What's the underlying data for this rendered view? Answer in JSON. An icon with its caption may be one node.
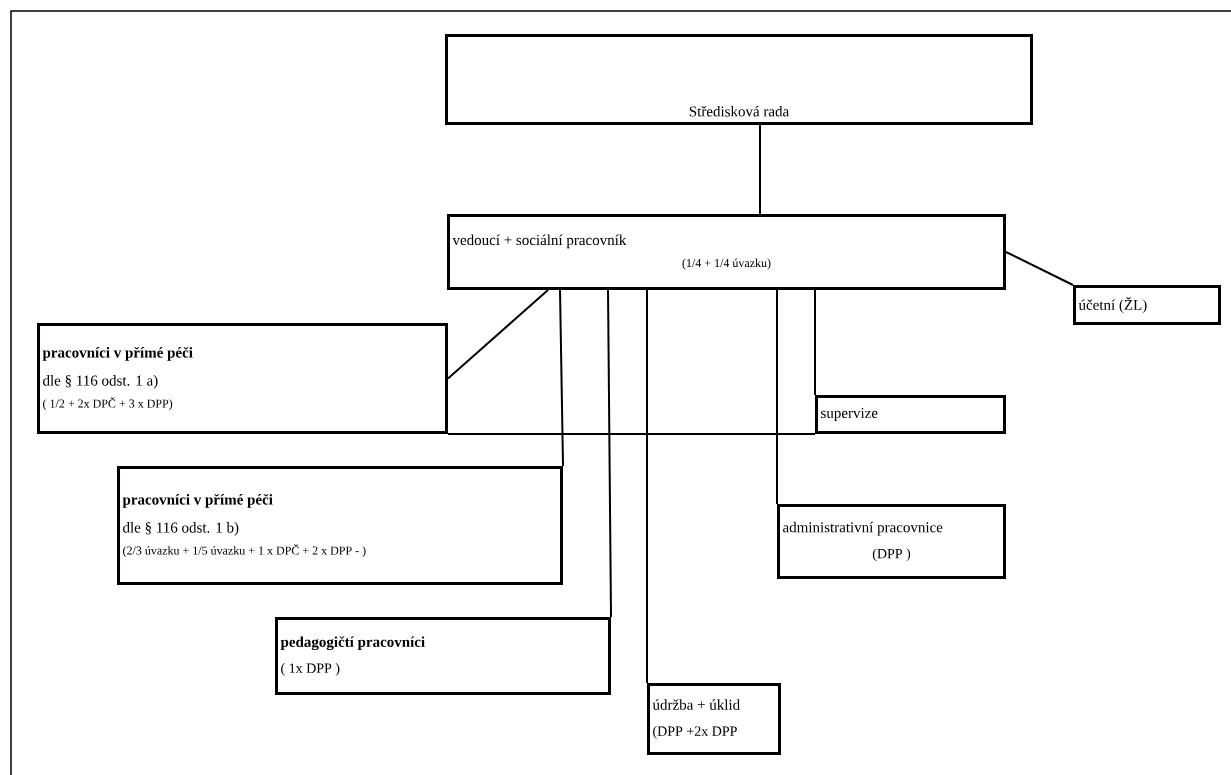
{
  "diagram": {
    "nodes": [
      {
        "text": [
          "Středisková rada"
        ]
      },
      {
        "text": [
          "vedoucí + sociální pracovník",
          "(1/4 + 1/4 úvazku)"
        ]
      },
      {
        "text": [
          "účetní (ŽL)"
        ]
      },
      {
        "text": [
          "pracovníci v přímé péči",
          "dle § 116 odst. 1 a)",
          "( 1/2 + 2x DPČ + 3 x DPP)"
        ]
      },
      {
        "text": [
          "supervize"
        ]
      },
      {
        "text": [
          "pracovníci v přímé péči",
          "dle § 116 odst. 1 b)",
          "(2/3 úvazku + 1/5 úvazku + 1 x DPČ + 2 x DPP - )"
        ]
      },
      {
        "text": [
          "administrativní pracovnice",
          "(DPP )"
        ]
      },
      {
        "text": [
          "pedagogičtí pracovníci",
          "( 1x DPP )"
        ]
      },
      {
        "text": [
          "údržba + úklid",
          "(DPP +2x DPP"
        ]
      }
    ],
    "edges": [
      {
        "from": 0,
        "to": 1,
        "arrow": "none"
      },
      {
        "from": 1,
        "to": 2,
        "arrow": "none"
      },
      {
        "from": 1,
        "to": 3,
        "arrow": "none"
      },
      {
        "from": 1,
        "to": 5,
        "arrow": "none"
      },
      {
        "from": 1,
        "to": 7,
        "arrow": "none"
      },
      {
        "from": 1,
        "to": 8,
        "arrow": "none"
      },
      {
        "from": 1,
        "to": 6,
        "arrow": "none"
      },
      {
        "from": 1,
        "to": 4,
        "arrow": "none"
      },
      {
        "from": 3,
        "to": 4,
        "arrow": "none"
      }
    ]
  }
}
